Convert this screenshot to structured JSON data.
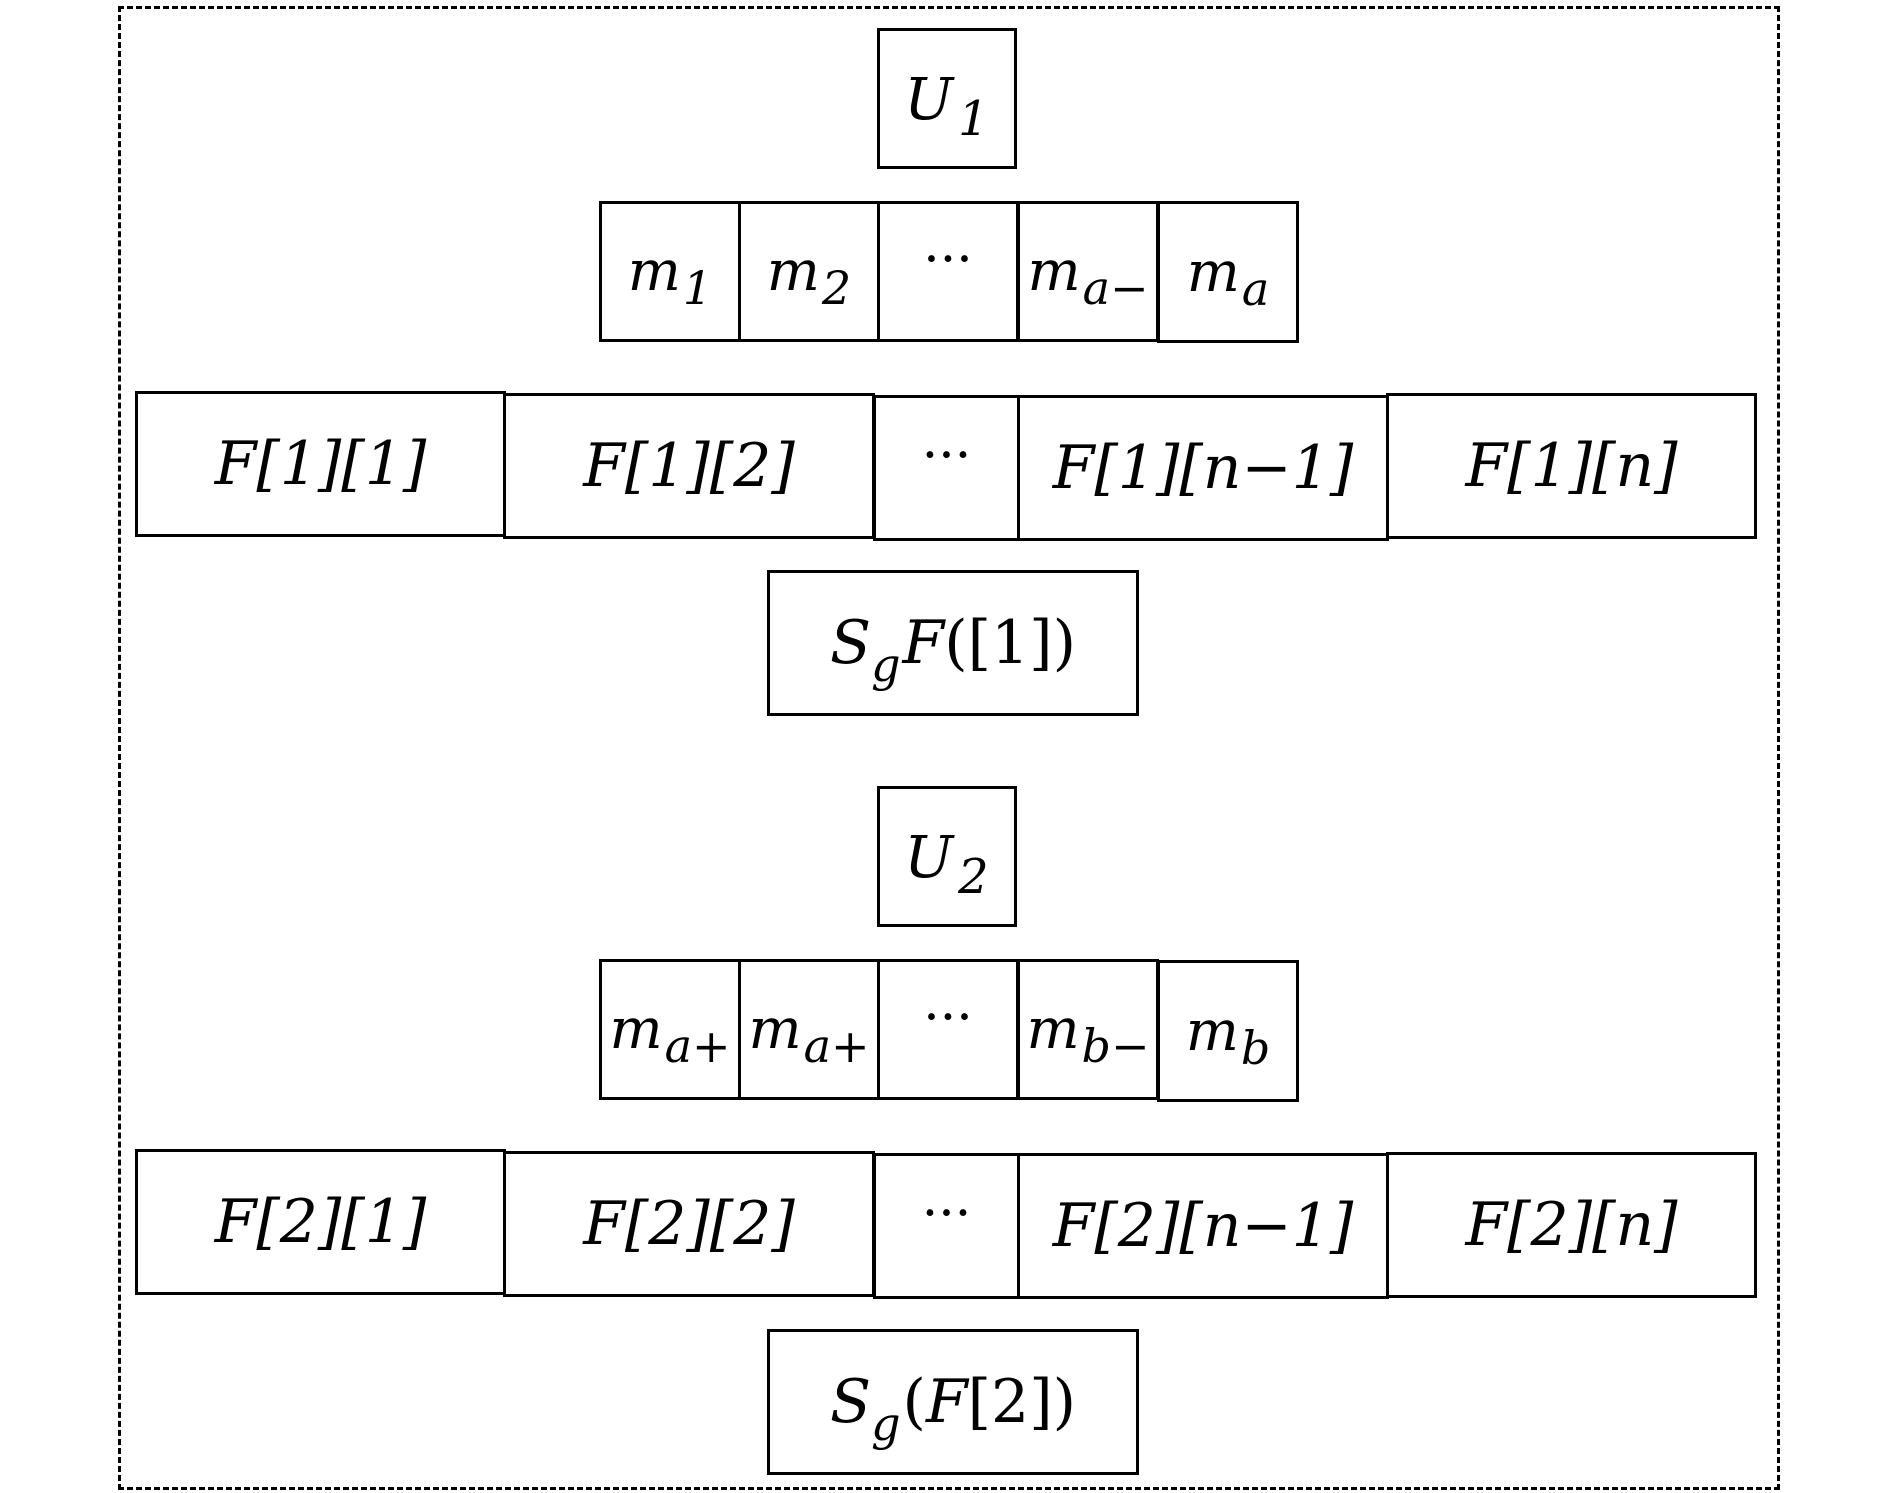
{
  "group1": {
    "u_main": "U",
    "u_sub": "1",
    "m_cells": [
      {
        "base": "m",
        "sub": "1"
      },
      {
        "base": "m",
        "sub": "2"
      },
      {
        "base": "",
        "sub": "",
        "text": "···"
      },
      {
        "base": "m",
        "sub": "a−"
      },
      {
        "base": "m",
        "sub": "a"
      }
    ],
    "f_cells": [
      "F[1][1]",
      "F[1][2]",
      "···",
      "F[1][n−1]",
      "F[1][n]"
    ],
    "sg": {
      "s": "S",
      "g": "g",
      "rest_fn": "F",
      "rest_args": "([1])"
    }
  },
  "group2": {
    "u_main": "U",
    "u_sub": "2",
    "m_cells": [
      {
        "base": "m",
        "sub": "a+"
      },
      {
        "base": "m",
        "sub": "a+"
      },
      {
        "base": "",
        "sub": "",
        "text": "···"
      },
      {
        "base": "m",
        "sub": "b−"
      },
      {
        "base": "m",
        "sub": "b"
      }
    ],
    "f_cells": [
      "F[2][1]",
      "F[2][2]",
      "···",
      "F[2][n−1]",
      "F[2][n]"
    ],
    "sg": {
      "s": "S",
      "g": "g",
      "rest_open": "(",
      "rest_fn": "F",
      "rest_args": "[2])"
    }
  }
}
